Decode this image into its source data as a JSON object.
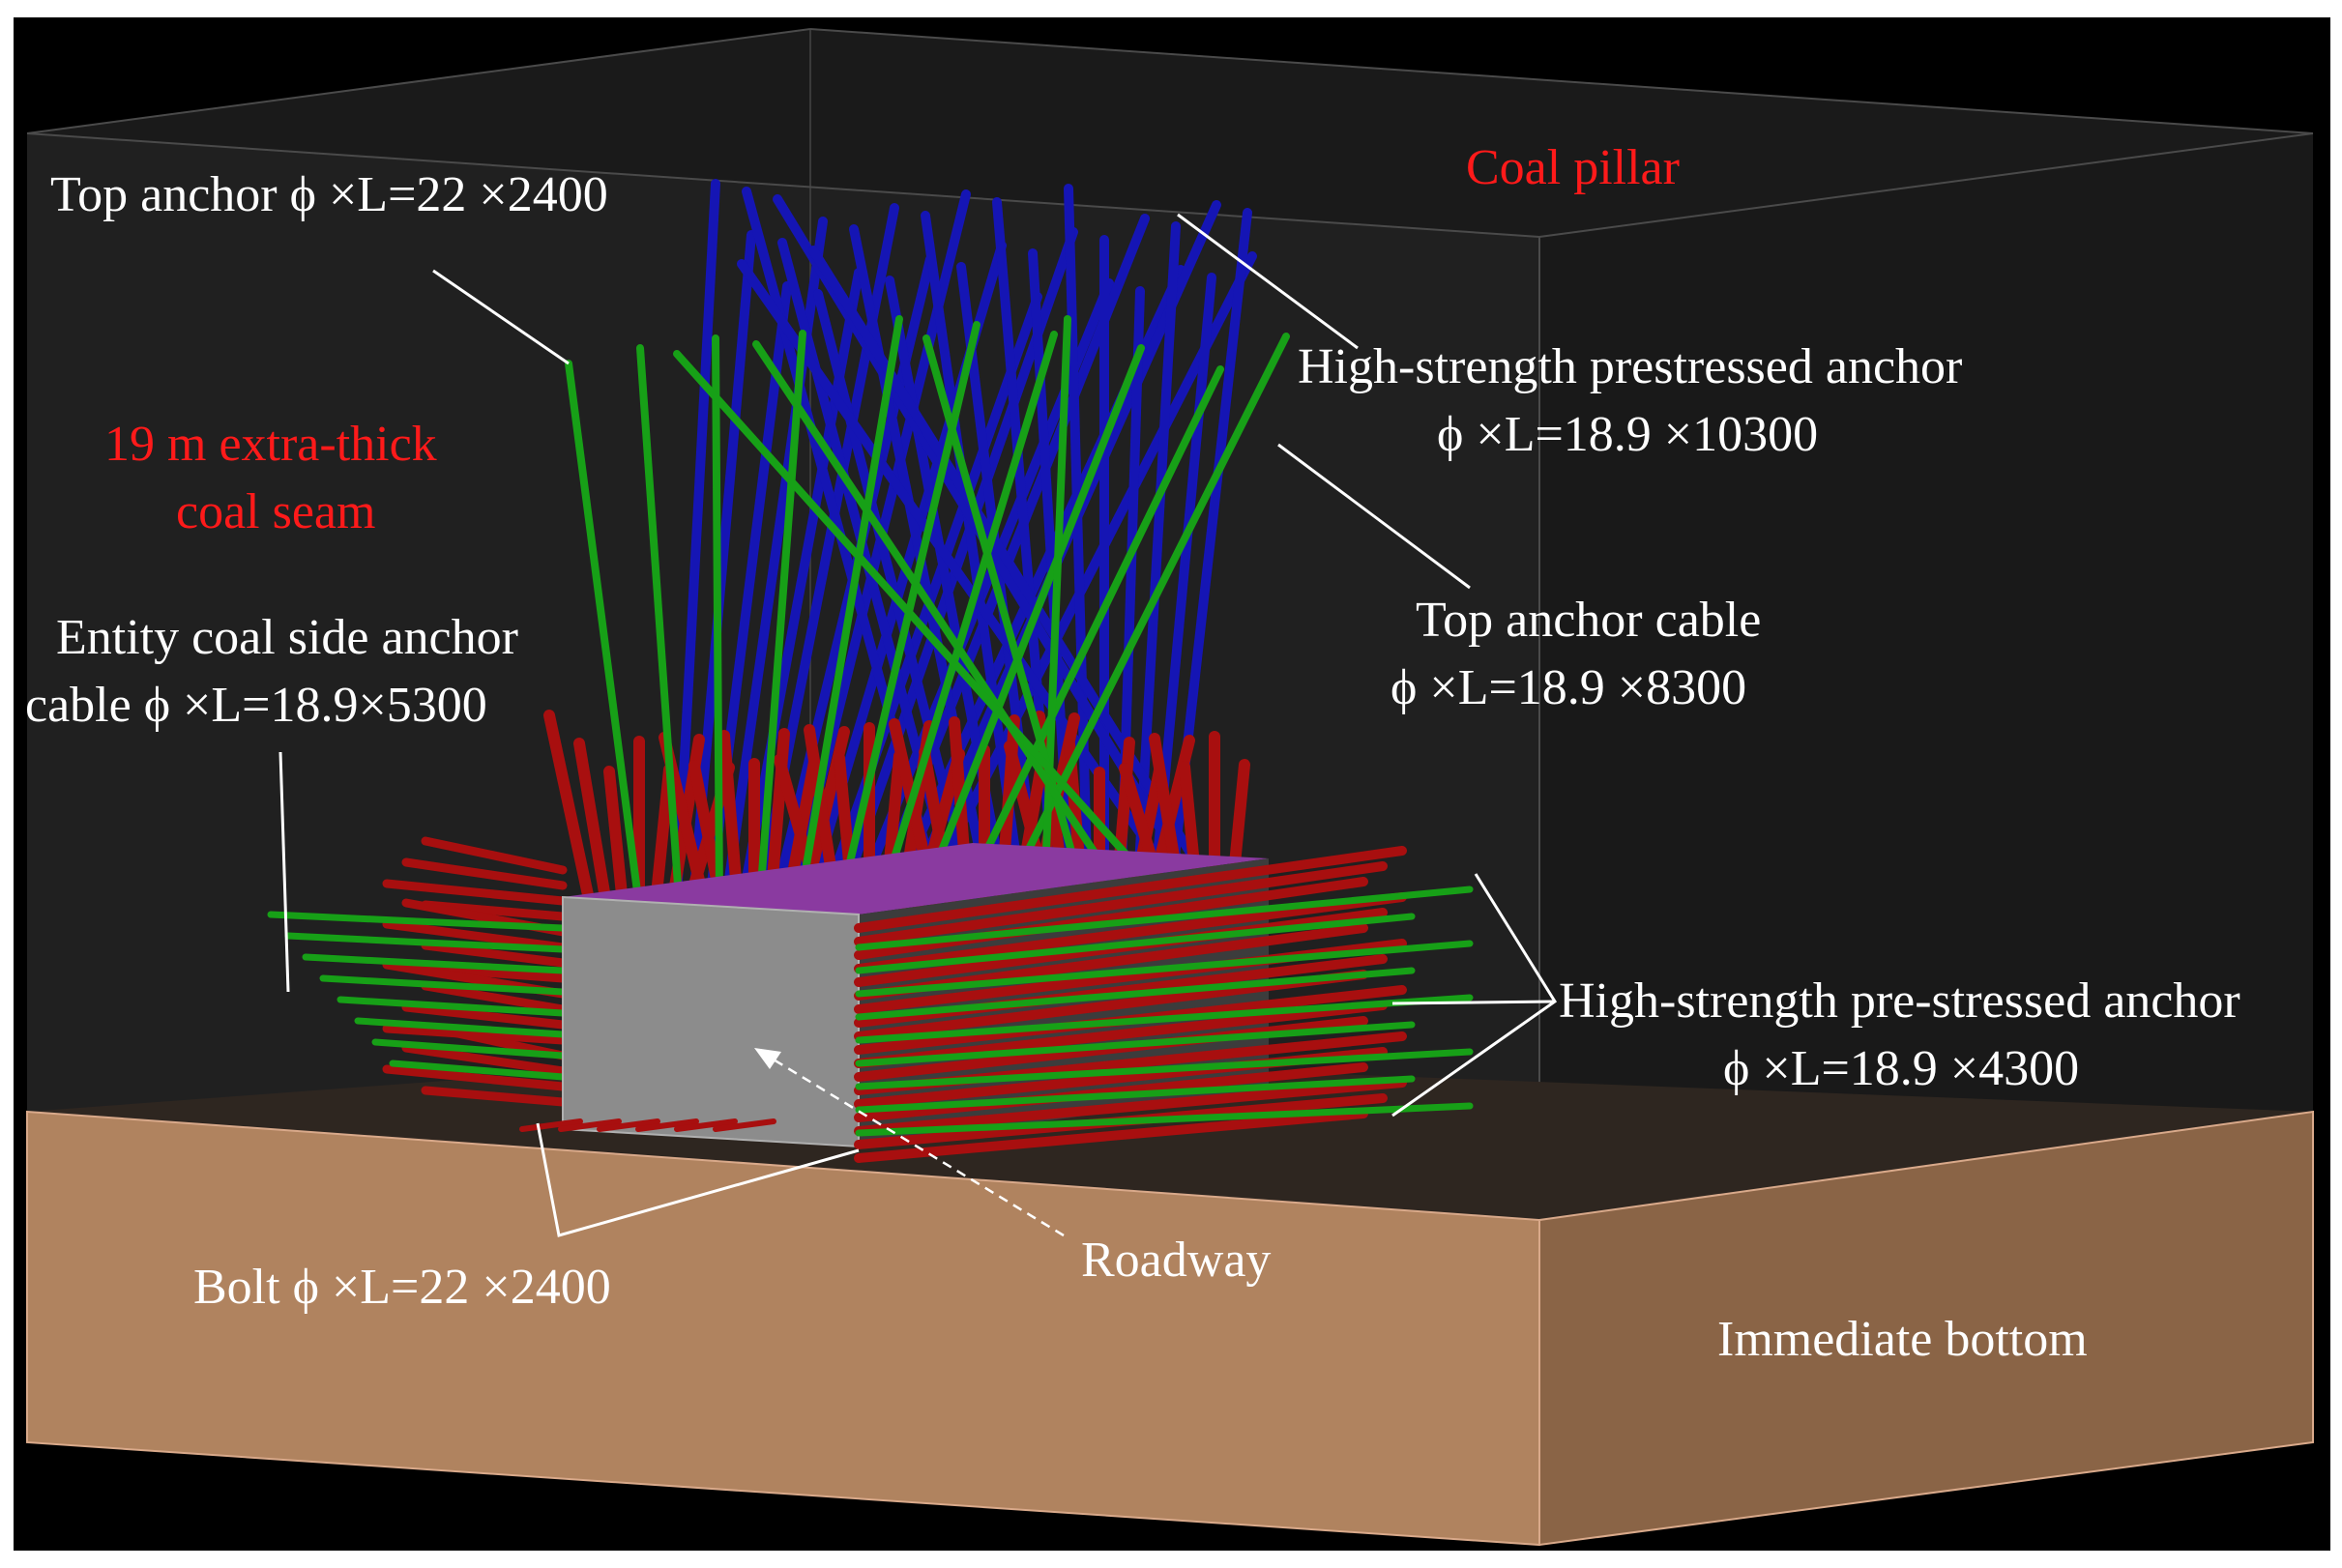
{
  "labels": {
    "coal_pillar": "Coal pillar",
    "top_anchor": "Top anchor  ϕ ×L=22 ×2400",
    "seam_line1": "19 m extra-thick",
    "seam_line2": "coal seam",
    "hs_prestressed_line1": "High-strength prestressed anchor",
    "hs_prestressed_line2": "ϕ ×L=18.9 ×10300",
    "top_cable_line1": "Top anchor cable",
    "top_cable_line2": "ϕ ×L=18.9 ×8300",
    "entity_line1": "Entity coal side anchor",
    "entity_line2": "cable  ϕ ×L=18.9×5300",
    "hs_pre_line1": "High-strength pre-stressed anchor",
    "hs_pre_line2": "ϕ ×L=18.9 ×4300",
    "roadway": "Roadway",
    "bolt": "Bolt  ϕ ×L=22 ×2400",
    "immediate_bottom": "Immediate bottom"
  },
  "colors": {
    "background": "#000000",
    "coal_block": "#1d1d1d",
    "floor_front": "#b0835f",
    "floor_side": "#8a6446",
    "roadway_face": "#8a8a8a",
    "bolt": "#a80f0f",
    "anchor_cable": "#17a017",
    "prestressed_anchor": "#1515b4",
    "highlight_label": "#ff1a1a",
    "label": "#ffffff"
  }
}
